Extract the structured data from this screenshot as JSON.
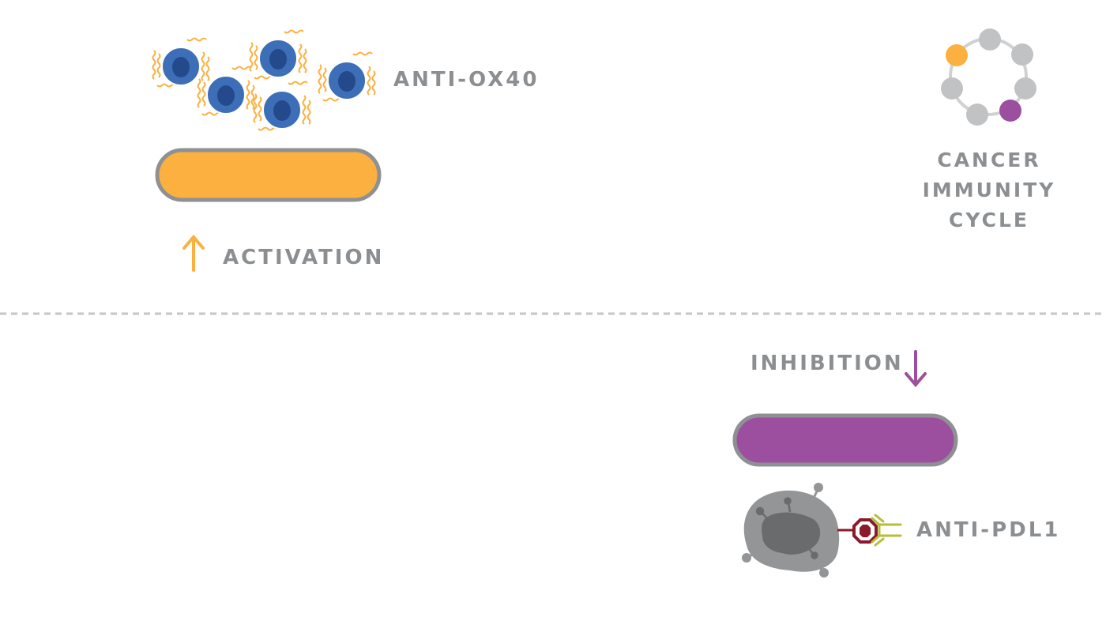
{
  "labels": {
    "anti_ox40": "ANTI-OX40",
    "activation": "ACTIVATION",
    "inhibition": "INHIBITION",
    "anti_pdl1": "ANTI-PDL1",
    "cancer_immunity_cycle": [
      "CANCER",
      "IMMUNITY",
      "CYCLE"
    ]
  },
  "icons": {
    "activation_arrow": "arrow-up-icon",
    "inhibition_arrow": "arrow-down-icon",
    "t_cells": "t-cell-icon",
    "tumor_cell": "tumor-cell-icon",
    "antibody": "antibody-icon",
    "cycle": "cycle-icon"
  },
  "colors": {
    "label_gray": "#8c8f92",
    "activation": "#fbb040",
    "inhibition": "#9c4f9e",
    "outline_gray": "#8e9194",
    "cell_blue": "#3c6fb7",
    "cell_nucleus": "#254a8c",
    "cycle_node_gray": "#c1c2c4",
    "tumor_outer": "#939597",
    "tumor_inner": "#6a6b6d",
    "receptor_red": "#8b1a2b",
    "antibody_green": "#b5bd3a",
    "divider": "#c4c5c7"
  }
}
